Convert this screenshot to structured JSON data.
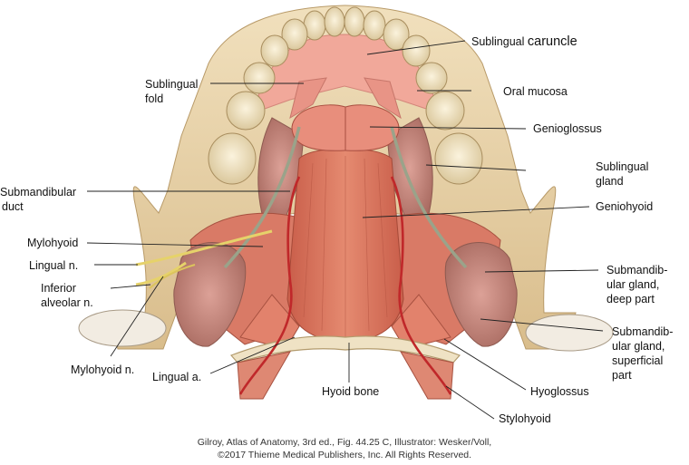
{
  "figure": {
    "labels": {
      "sublingual_caruncle_a": "Sublingual",
      "sublingual_caruncle_b": "caruncle",
      "oral_mucosa": "Oral mucosa",
      "genioglossus": "Genioglossus",
      "sublingual_gland_1": "Sublingual",
      "sublingual_gland_2": "gland",
      "geniohyoid": "Geniohyoid",
      "submandibular_gland_deep_1": "Submandib-",
      "submandibular_gland_deep_2": "ular gland,",
      "submandibular_gland_deep_3": "deep part",
      "submandibular_gland_sup_1": "Submandib-",
      "submandibular_gland_sup_2": "ular gland,",
      "submandibular_gland_sup_3": "superficial",
      "submandibular_gland_sup_4": "part",
      "hyoglossus": "Hyoglossus",
      "stylohyoid": "Stylohyoid",
      "hyoid_bone": "Hyoid bone",
      "lingual_a": "Lingual a.",
      "mylohyoid_n": "Mylohyoid n.",
      "inferior_alveolar_1": "Inferior",
      "inferior_alveolar_2": "alveolar n.",
      "lingual_n": "Lingual n.",
      "mylohyoid": "Mylohyoid",
      "submandibular_duct_1": "Submandibular",
      "submandibular_duct_2": "duct",
      "sublingual_fold_1": "Sublingual",
      "sublingual_fold_2": "fold"
    },
    "credit_line_1": "Gilroy, Atlas of Anatomy, 3rd ed., Fig. 44.25 C, Illustrator: Wesker/Voll,",
    "credit_line_2": "©2017 Thieme Medical Publishers, Inc. All Rights Reserved."
  },
  "colors": {
    "bone": "#e8d3a8",
    "tooth": "#f2e6c8",
    "mucosa": "#f0a99a",
    "muscle": "#d9705a",
    "gland": "#c98a7e",
    "nerve": "#e6d26a",
    "artery": "#c0282a"
  }
}
